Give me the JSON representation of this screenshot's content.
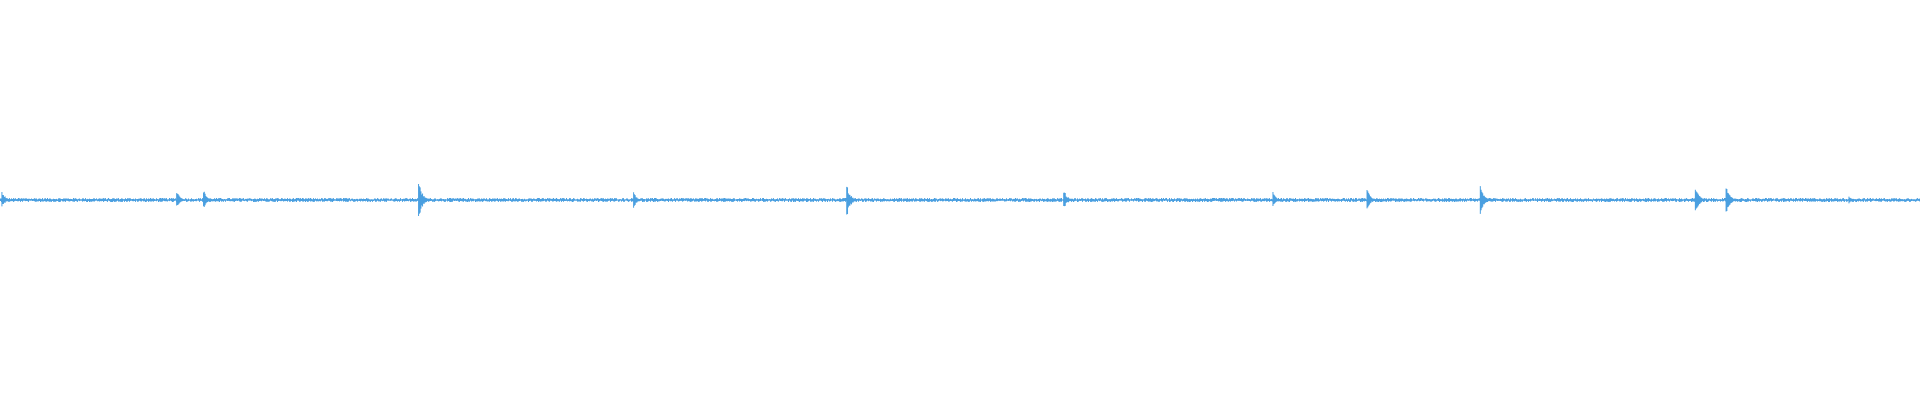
{
  "colors": {
    "background": "#ffffff",
    "waveform": "#4a9fe0"
  },
  "chart_data": {
    "type": "line",
    "title": "",
    "xlabel": "",
    "ylabel": "",
    "axes_visible": false,
    "grid": false,
    "x_range": [
      0,
      1
    ],
    "amplitude_range": [
      -1,
      1
    ],
    "baseline_amplitude": 0.0,
    "noise_floor_amplitude": 0.01,
    "transients": [
      {
        "position": 0.001,
        "peak_up": 0.05,
        "peak_down": 0.04
      },
      {
        "position": 0.092,
        "peak_up": 0.05,
        "peak_down": 0.04
      },
      {
        "position": 0.106,
        "peak_up": 0.06,
        "peak_down": 0.05
      },
      {
        "position": 0.218,
        "peak_up": 0.12,
        "peak_down": 0.12
      },
      {
        "position": 0.33,
        "peak_up": 0.04,
        "peak_down": 0.04
      },
      {
        "position": 0.441,
        "peak_up": 0.09,
        "peak_down": 0.1
      },
      {
        "position": 0.554,
        "peak_up": 0.06,
        "peak_down": 0.05
      },
      {
        "position": 0.663,
        "peak_up": 0.04,
        "peak_down": 0.03
      },
      {
        "position": 0.712,
        "peak_up": 0.06,
        "peak_down": 0.05
      },
      {
        "position": 0.771,
        "peak_up": 0.08,
        "peak_down": 0.08
      },
      {
        "position": 0.883,
        "peak_up": 0.08,
        "peak_down": 0.08
      },
      {
        "position": 0.899,
        "peak_up": 0.08,
        "peak_down": 0.08
      },
      {
        "position": 0.963,
        "peak_up": 0.02,
        "peak_down": 0.02
      }
    ]
  }
}
